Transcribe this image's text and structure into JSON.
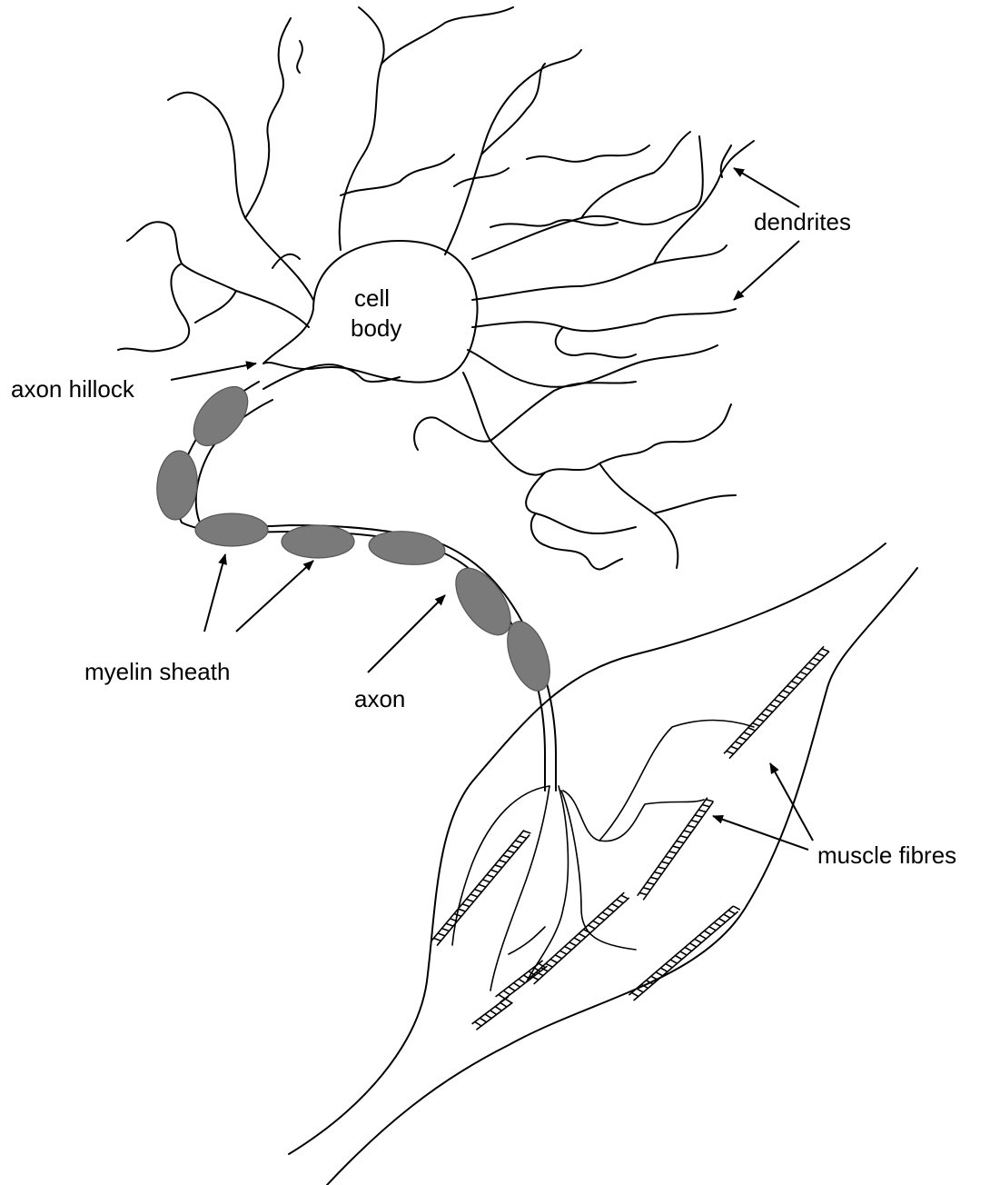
{
  "labels": {
    "dendrites": "dendrites",
    "cell_body_line1": "cell",
    "cell_body_line2": "body",
    "axon_hillock": "axon hillock",
    "myelin_sheath": "myelin sheath",
    "axon": "axon",
    "muscle_fibres": "muscle fibres"
  },
  "colors": {
    "line": "#000000",
    "myelin_fill": "#7a7a7a",
    "background": "#ffffff"
  }
}
